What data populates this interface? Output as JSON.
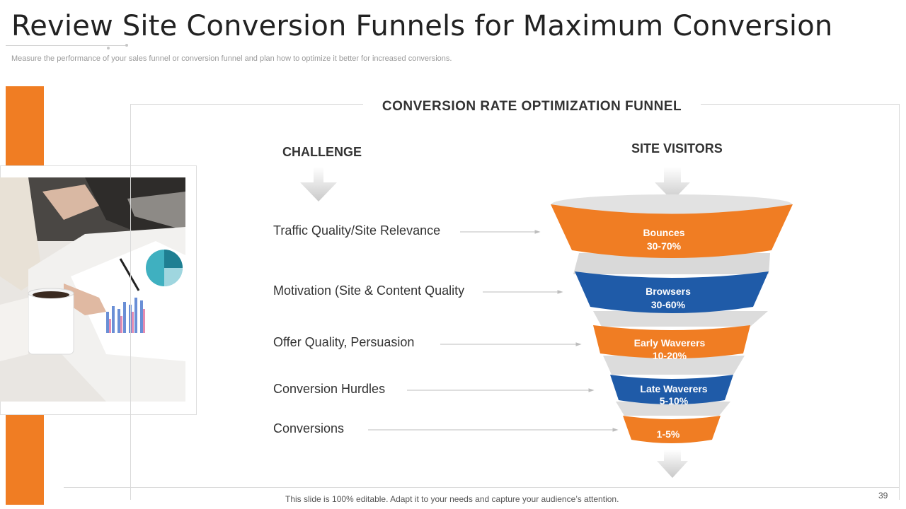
{
  "slide": {
    "title": "Review Site Conversion Funnels for Maximum Conversion",
    "subtitle": "Measure the performance of your sales funnel or conversion funnel and plan how to optimize it better for increased conversions.",
    "footer": "This slide is 100% editable. Adapt it to your needs and capture your audience’s attention.",
    "page_number": "39"
  },
  "diagram": {
    "title": "CONVERSION  RATE OPTIMIZATION  FUNNEL",
    "challenge_header": "CHALLENGE",
    "visitors_header": "SITE VISITORS",
    "challenges": [
      "Traffic Quality/Site Relevance",
      "Motivation (Site & Content Quality",
      "Offer Quality, Persuasion",
      "Conversion Hurdles",
      "Conversions"
    ],
    "funnel_stages": [
      {
        "label": "Bounces",
        "value": "30-70%",
        "color": "#f07d23"
      },
      {
        "label": "Browsers",
        "value": "30-60%",
        "color": "#1f5ba8"
      },
      {
        "label": "Early Waverers",
        "value": "10-20%",
        "color": "#f07d23"
      },
      {
        "label": "Late Waverers",
        "value": "5-10%",
        "color": "#1f5ba8"
      },
      {
        "label": "",
        "value": "1-5%",
        "color": "#f07d23"
      }
    ]
  },
  "colors": {
    "accent_orange": "#f07d23",
    "accent_blue": "#1f5ba8",
    "funnel_grey": "#d9d9d9",
    "arrow_grey": "#cfcfcf"
  }
}
